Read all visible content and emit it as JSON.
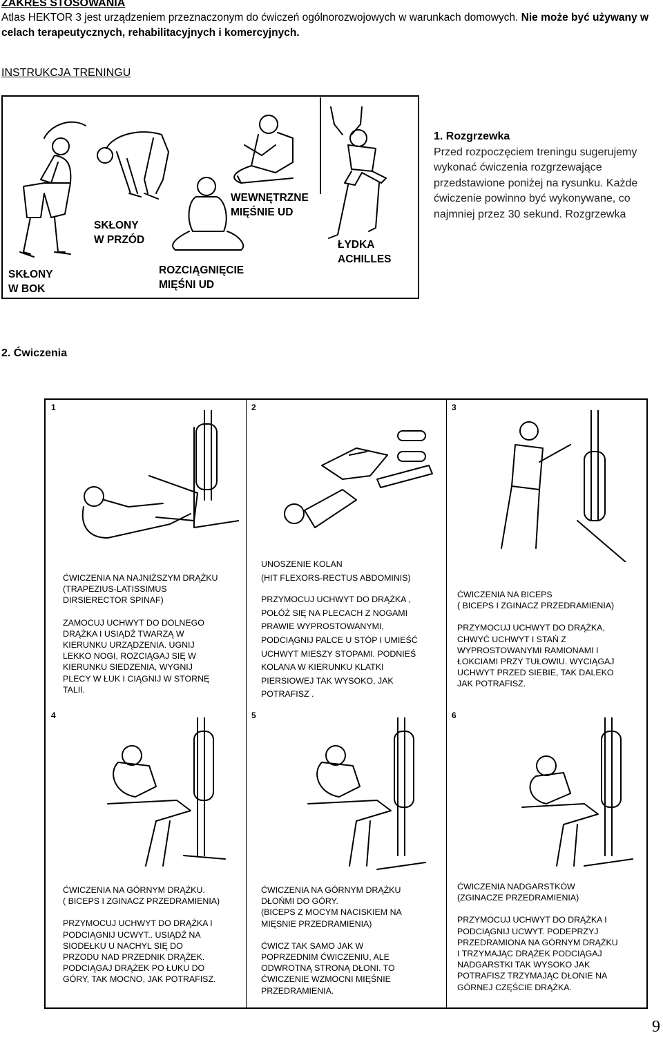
{
  "header": {
    "title": "ZAKRES STOSOWANIA",
    "intro_normal": "Atlas HEKTOR 3 jest urządzeniem przeznaczonym do ćwiczeń ogólnorozwojowych w warunkach domowych.",
    "intro_bold": "Nie może być używany w celach terapeutycznych, rehabilitacyjnych i komercyjnych.",
    "instruction_heading": "INSTRUKCJA TRENINGU"
  },
  "warmup": {
    "heading": "1. Rozgrzewka",
    "body": "Przed rozpoczęciem treningu sugerujemy wykonać ćwiczenia rozgrzewające przedstawione poniżej na rysunku. Każde ćwiczenie powinno być wykonywane, co najmniej przez 30 sekund. Rozgrzewka",
    "labels": {
      "side_bends_1": "SKŁONY",
      "side_bends_2": "W BOK",
      "forward_bends_1": "SKŁONY",
      "forward_bends_2": "W PRZÓD",
      "thigh_stretch_1": "ROZCIĄGNIĘCIE",
      "thigh_stretch_2": "MIĘŚNI UD",
      "inner_thigh_1": "WEWNĘTRZNE",
      "inner_thigh_2": "MIĘŚNIE UD",
      "calf_1": "ŁYDKA",
      "calf_2": "ACHILLES"
    }
  },
  "exercises_heading": "2. Ćwiczenia",
  "exercises": [
    {
      "number": "1",
      "lines": [
        "ĆWICZENIA NA NAJNIŻSZYM DRĄŻKU",
        "(TRAPEZIUS-LATISSIMUS",
        "DIRSIERECTOR SPINAF)",
        "",
        "ZAMOCUJ UCHWYT DO DOLNEGO",
        "DRĄŻKA I USIĄDŹ TWARZĄ W",
        "KIERUNKU URZĄDZENIA. UGNIJ",
        "LEKKO NOGI, ROZCIĄGAJ SIĘ W",
        "KIERUNKU SIEDZENIA, WYGNIJ",
        "PLECY W ŁUK I CIĄGNIJ W STORNĘ",
        "TALII."
      ]
    },
    {
      "number": "2",
      "lines": [
        "UNOSZENIE KOLAN",
        "(HIT FLEXORS-RECTUS ABDOMINIS)",
        "",
        "PRZYMOCUJ UCHWYT DO DRĄŻKA ,",
        "POŁÓŻ SIĘ NA PLECACH Z NOGAMI",
        "PRAWIE WYPROSTOWANYMI,",
        "PODCIĄGNIJ PALCE U STÓP I UMIEŚĆ",
        "UCHWYT MIESZY STOPAMI. PODNIEŚ",
        "KOLANA W KIERUNKU KLATKI",
        "PIERSIOWEJ TAK WYSOKO, JAK",
        "POTRAFISZ ."
      ]
    },
    {
      "number": "3",
      "lines": [
        "ĆWICZENIA NA BICEPS",
        "( BICEPS I ZGINACZ PRZEDRAMIENIA)",
        "",
        "PRZYMOCUJ UCHWYT DO DRĄŻKA,",
        "CHWYĆ UCHWYT I STAŃ Z",
        "WYPROSTOWANYMI RAMIONAMI I",
        "ŁOKCIAMI PRZY TUŁOWIU. WYCIĄGAJ",
        "UCHWYT PRZED SIEBIE, TAK DALEKO",
        "JAK POTRAFISZ."
      ]
    },
    {
      "number": "4",
      "lines": [
        "ĆWICZENIA NA GÓRNYM DRĄŻKU.",
        "( BICEPS I ZGINACZ PRZEDRAMIENIA)",
        "",
        "PRZYMOCUJ UCHWYT DO DRĄŻKA I",
        "PODCIĄGNIJ UCWYT.. USIĄDŹ NA",
        "SIODEŁKU U NACHYL SIĘ DO",
        "PRZODU NAD PRZEDNIK DRĄŻEK.",
        "PODCIĄGAJ DRĄŻEK PO ŁUKU DO",
        "GÓRY, TAK MOCNO, JAK POTRAFISZ."
      ]
    },
    {
      "number": "5",
      "lines": [
        "ĆWICZENIA NA GÓRNYM DRĄŻKU",
        "DŁOŃMI DO GÓRY.",
        "(BICEPS Z MOCYM NACISKIEM NA",
        "MIĘSNIE PRZEDRAMIENIA)",
        "",
        "ĆWICZ TAK SAMO JAK W",
        "POPRZEDNIM ĆWICZENIU, ALE",
        "ODWROTNĄ STRONĄ DŁONI. TO",
        "ĆWICZENIE WZMOCNI MIĘŚNIE",
        "PRZEDRAMIENIA."
      ]
    },
    {
      "number": "6",
      "lines": [
        "ĆWICZENIA NADGARSTKÓW",
        "(ZGINACZE PRZEDRAMIENIA)",
        "",
        "PRZYMOCUJ UCHWYT DO DRĄŻKA I",
        "PODCIĄGNIJ UCWYT. PODEPRZYJ",
        "PRZEDRAMIONA NA GÓRNYM DRĄŻKU",
        "I TRZYMAJĄC DRĄŻEK PODCIĄGAJ",
        "NADGARSTKI TAK WYSOKO JAK",
        "POTRAFISZ TRZYMAJĄC DŁONIE NA",
        "GÓRNEJ CZĘŚCIE DRĄŻKA."
      ]
    }
  ],
  "page_number": "9"
}
